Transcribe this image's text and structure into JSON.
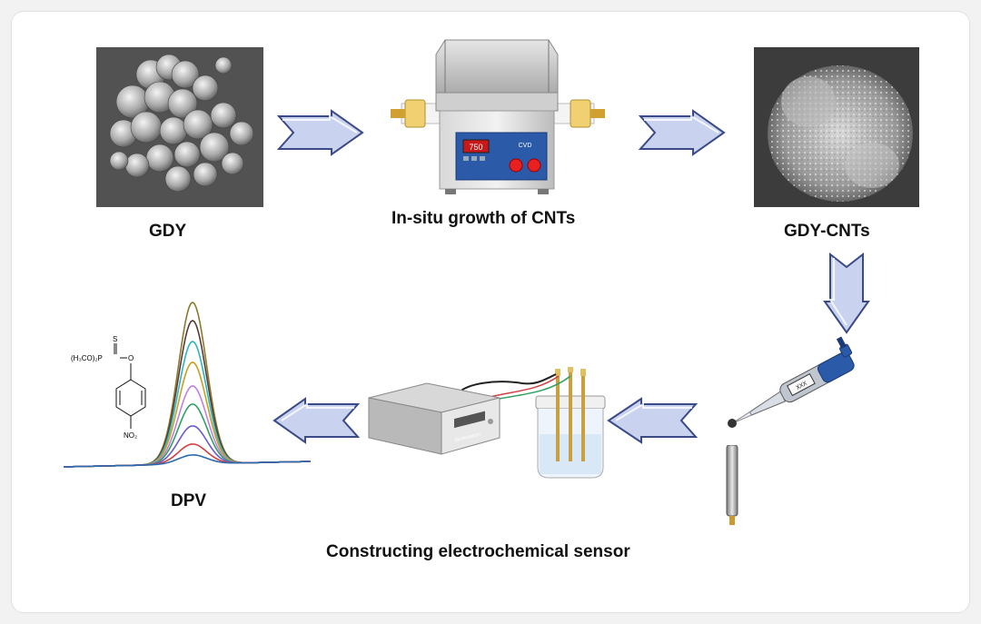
{
  "labels": {
    "gdy": "GDY",
    "insitu": "In-situ growth of CNTs",
    "gdycnts": "GDY-CNTs",
    "dpv": "DPV",
    "constructing": "Constructing electrochemical sensor"
  },
  "furnace": {
    "display_value": "750",
    "cvd_label": "CVD"
  },
  "workstation": {
    "brand_label": "Workstation"
  },
  "pipette": {
    "display_value": "XXX"
  },
  "molecule": {
    "substituent_top": "S",
    "phosphorus_group": "(H₃CO)₂P",
    "oxygen": "O",
    "nitro": "NO₂"
  },
  "colors": {
    "arrow_fill": "#c9d3f0",
    "arrow_stroke": "#3a4a86",
    "furnace_panel": "#2a5aa8",
    "button_red": "#e82020",
    "curve_colors": [
      "#8b7a2a",
      "#5a3a3a",
      "#2ab7c0",
      "#c8a020",
      "#c080e0",
      "#30a060",
      "#6a5acd",
      "#d04040",
      "#2a6ab0"
    ]
  }
}
